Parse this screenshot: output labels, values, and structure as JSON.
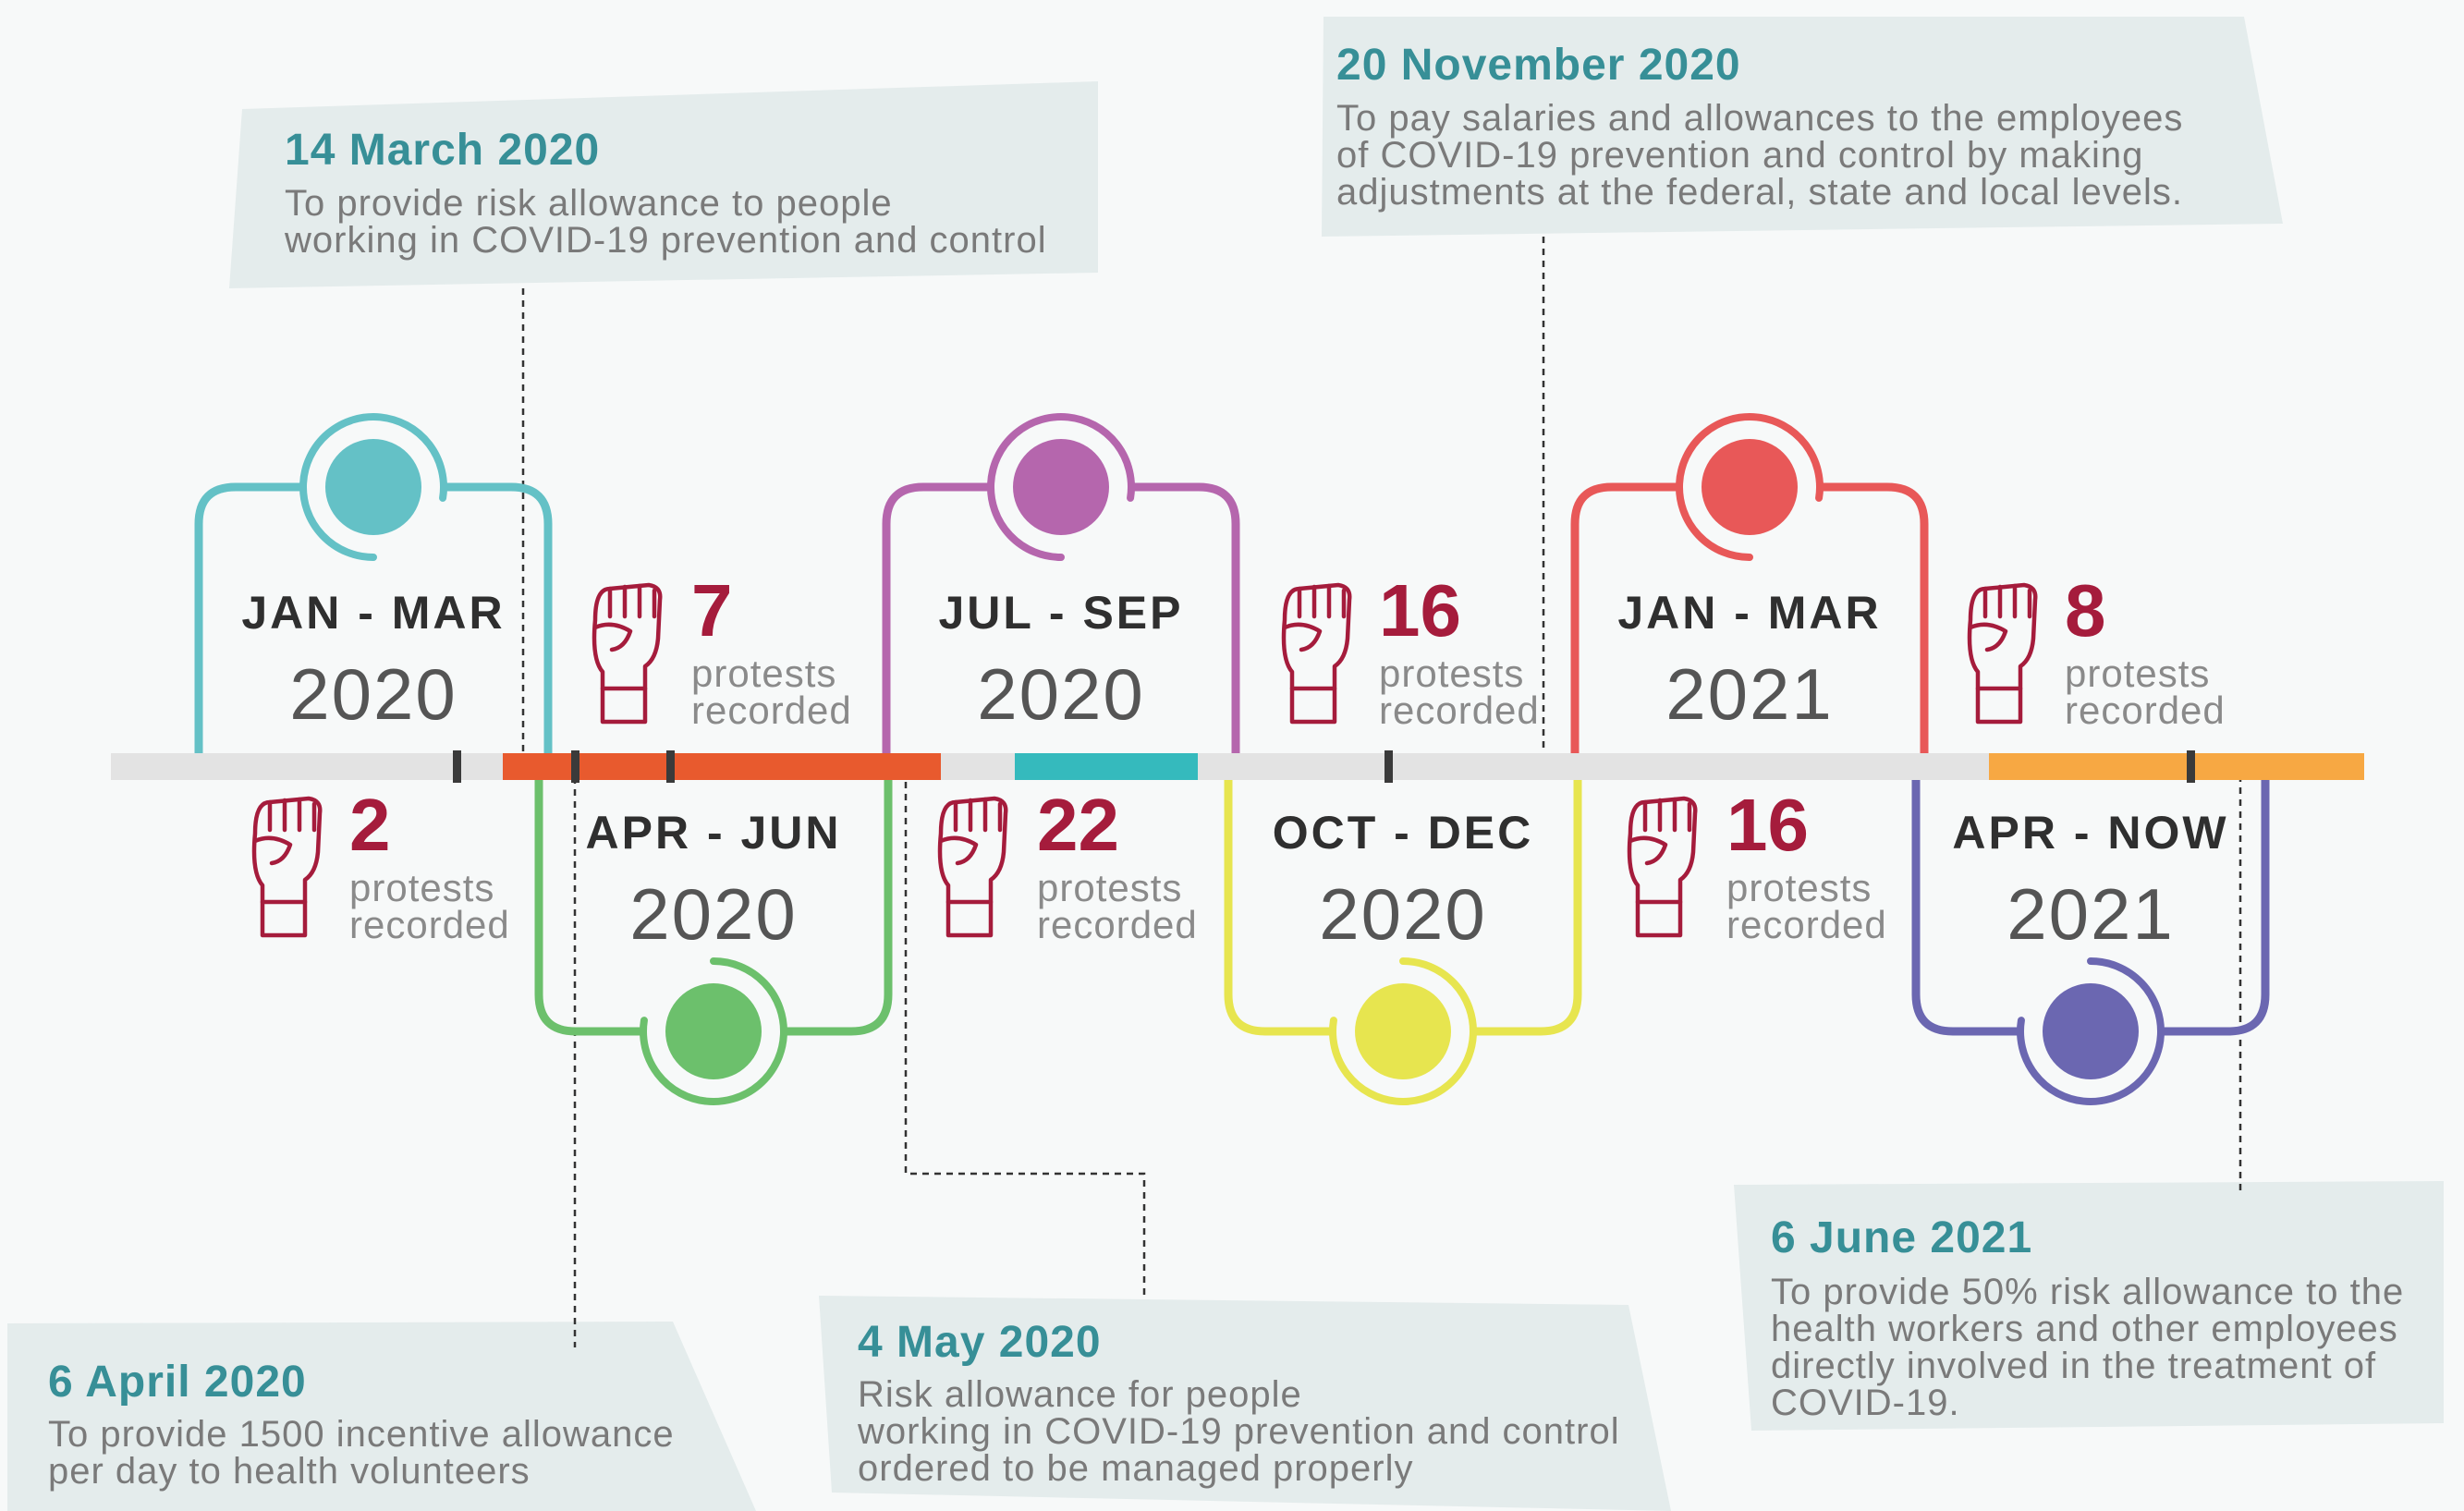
{
  "quarters": [
    {
      "period": "JAN - MAR",
      "year": "2020",
      "color": "#64c1c6"
    },
    {
      "period": "APR - JUN",
      "year": "2020",
      "color": "#6cc06c"
    },
    {
      "period": "JUL - SEP",
      "year": "2020",
      "color": "#b566ad"
    },
    {
      "period": "OCT - DEC",
      "year": "2020",
      "color": "#e7e54f"
    },
    {
      "period": "JAN - MAR",
      "year": "2021",
      "color": "#e85858"
    },
    {
      "period": "APR - NOW",
      "year": "2021",
      "color": "#6b67b1"
    }
  ],
  "protests": [
    {
      "count": "2",
      "line1": "protests",
      "line2": "recorded"
    },
    {
      "count": "7",
      "line1": "protests",
      "line2": "recorded"
    },
    {
      "count": "22",
      "line1": "protests",
      "line2": "recorded"
    },
    {
      "count": "16",
      "line1": "protests",
      "line2": "recorded"
    },
    {
      "count": "16",
      "line1": "protests",
      "line2": "recorded"
    },
    {
      "count": "8",
      "line1": "protests",
      "line2": "recorded"
    }
  ],
  "events": [
    {
      "date": "14 March 2020",
      "lines": [
        "To provide risk allowance to people",
        "working in COVID-19 prevention and control"
      ]
    },
    {
      "date": "6 April 2020",
      "lines": [
        "To provide 1500 incentive allowance",
        "per day to health volunteers"
      ]
    },
    {
      "date": "4 May 2020",
      "lines": [
        "Risk allowance for people",
        "working in COVID-19 prevention and control",
        "ordered to be managed properly"
      ]
    },
    {
      "date": "20 November 2020",
      "lines": [
        "To pay salaries and allowances to the employees",
        "of COVID-19 prevention and control by making",
        "adjustments at the federal, state and local levels."
      ]
    },
    {
      "date": "6 June 2021",
      "lines": [
        "To provide 50% risk allowance to the",
        "health workers and other employees",
        "directly involved in the treatment of",
        "COVID-19."
      ]
    }
  ],
  "colors": {
    "timeline": "#e3e3e3",
    "segment_red": "#e85a2e",
    "segment_teal": "#35babd",
    "segment_orange": "#f7a843",
    "fist": "#a51c3c",
    "callout_date": "#378f97"
  }
}
